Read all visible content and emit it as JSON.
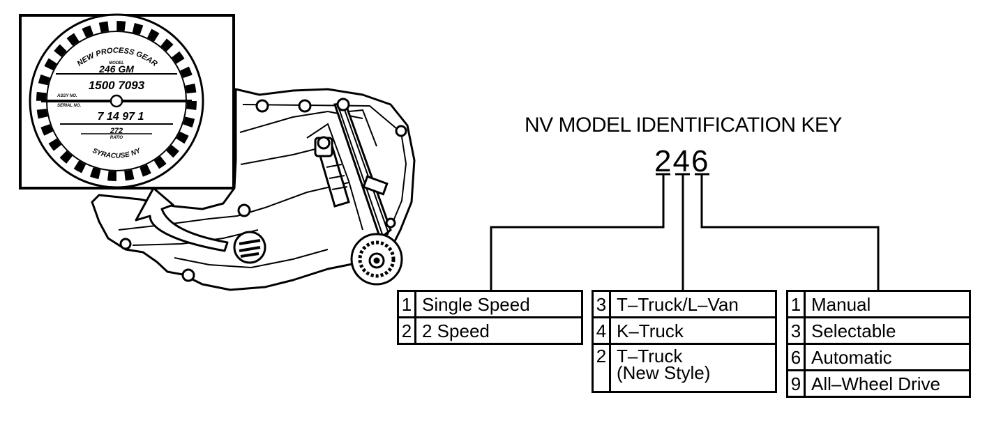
{
  "label": {
    "brand_line": "NEW PROCESS GEAR",
    "model_caption": "MODEL",
    "model": "246 GM",
    "assembly_number": "1500  7093",
    "assy_caption": "ASSY NO.",
    "serial_caption": "SERIAL NO.",
    "serial_number": "7 14 97 1",
    "ratio": "272",
    "ratio_caption": "RATIO",
    "location": "SYRACUSE NY"
  },
  "key": {
    "title": "NV MODEL IDENTIFICATION KEY",
    "code": "246"
  },
  "tables": {
    "speed": [
      {
        "num": "1",
        "desc": "Single Speed"
      },
      {
        "num": "2",
        "desc": "2 Speed"
      }
    ],
    "truck": [
      {
        "num": "3",
        "desc": "T–Truck/L–Van"
      },
      {
        "num": "4",
        "desc": "K–Truck"
      },
      {
        "num": "2",
        "desc": "T–Truck\n(New Style)"
      }
    ],
    "drive": [
      {
        "num": "1",
        "desc": "Manual"
      },
      {
        "num": "3",
        "desc": "Selectable"
      },
      {
        "num": "6",
        "desc": "Automatic"
      },
      {
        "num": "9",
        "desc": "All–Wheel Drive"
      }
    ]
  }
}
